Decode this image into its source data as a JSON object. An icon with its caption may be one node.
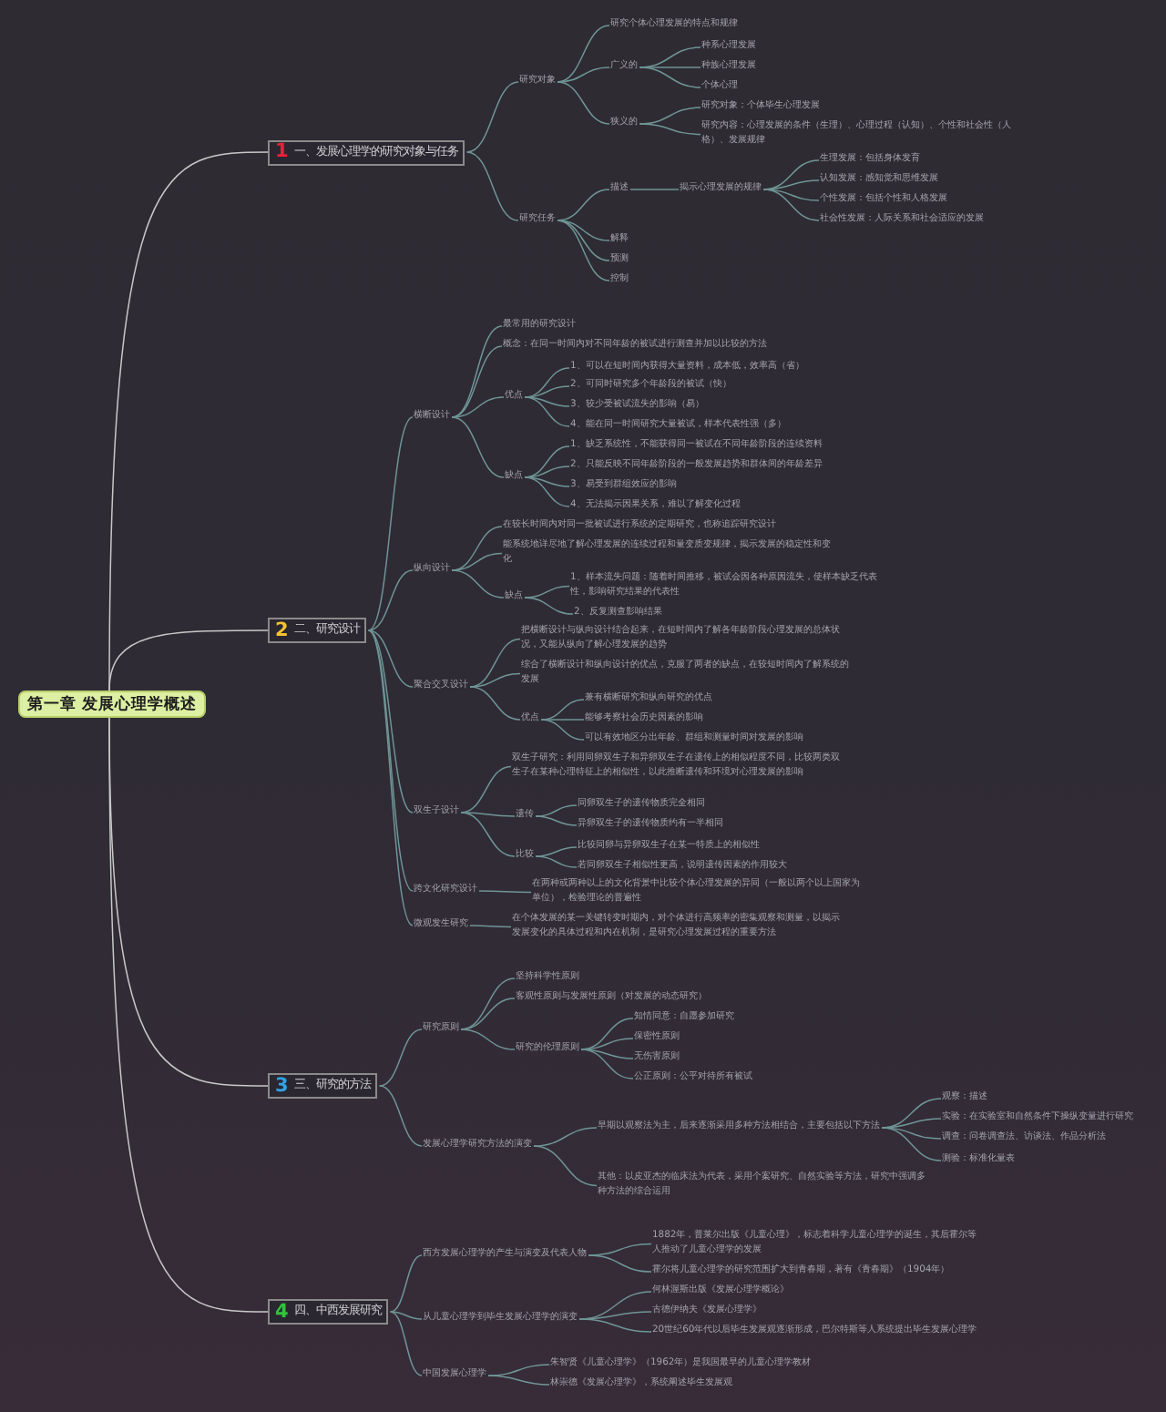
{
  "diagram": {
    "nodes": [
      {
        "text": [
          "第一章 发展心理学概述"
        ]
      },
      {
        "text": [
          "1",
          "一、发展心理学的研究对象与任务"
        ]
      },
      {
        "text": [
          "研究对象"
        ]
      },
      {
        "text": [
          "研究个体心理发展的特点和规律"
        ]
      },
      {
        "text": [
          "广义的"
        ]
      },
      {
        "text": [
          "种系心理发展"
        ]
      },
      {
        "text": [
          "种族心理发展"
        ]
      },
      {
        "text": [
          "个体心理"
        ]
      },
      {
        "text": [
          "狭义的"
        ]
      },
      {
        "text": [
          "研究对象：个体毕生心理发展"
        ]
      },
      {
        "text": [
          "研究内容：心理发展的条件（生理）、心理过程（认知）、个性和社会性（人格）、发展规律"
        ]
      },
      {
        "text": [
          "研究任务"
        ]
      },
      {
        "text": [
          "描述"
        ]
      },
      {
        "text": [
          "揭示心理发展的规律"
        ]
      },
      {
        "text": [
          "生理发展：包括身体发育"
        ]
      },
      {
        "text": [
          "认知发展：感知觉和思维发展"
        ]
      },
      {
        "text": [
          "个性发展：包括个性和人格发展"
        ]
      },
      {
        "text": [
          "社会性发展：人际关系和社会适应的发展"
        ]
      },
      {
        "text": [
          "解释"
        ]
      },
      {
        "text": [
          "预测"
        ]
      },
      {
        "text": [
          "控制"
        ]
      },
      {
        "text": [
          "2",
          "二、研究设计"
        ]
      },
      {
        "text": [
          "横断设计"
        ]
      },
      {
        "text": [
          "最常用的研究设计"
        ]
      },
      {
        "text": [
          "概念：在同一时间内对不同年龄的被试进行测查并加以比较的方法"
        ]
      },
      {
        "text": [
          "优点"
        ]
      },
      {
        "text": [
          "1、可以在短时间内获得大量资料，成本低，效率高（省）"
        ]
      },
      {
        "text": [
          "2、可同时研究多个年龄段的被试（快）"
        ]
      },
      {
        "text": [
          "3、较少受被试流失的影响（易）"
        ]
      },
      {
        "text": [
          "4、能在同一时间研究大量被试，样本代表性强（多）"
        ]
      },
      {
        "text": [
          "缺点"
        ]
      },
      {
        "text": [
          "1、缺乏系统性，不能获得同一被试在不同年龄阶段的连续资料"
        ]
      },
      {
        "text": [
          "2、只能反映不同年龄阶段的一般发展趋势和群体间的年龄差异"
        ]
      },
      {
        "text": [
          "3、易受到群组效应的影响"
        ]
      },
      {
        "text": [
          "4、无法揭示因果关系，难以了解变化过程"
        ]
      },
      {
        "text": [
          "纵向设计"
        ]
      },
      {
        "text": [
          "在较长时间内对同一批被试进行系统的定期研究，也称追踪研究设计"
        ]
      },
      {
        "text": [
          "能系统地详尽地了解心理发展的连续过程和量变质变规律，揭示发展的稳定性和变化"
        ]
      },
      {
        "text": [
          "缺点"
        ]
      },
      {
        "text": [
          "1、样本流失问题：随着时间推移，被试会因各种原因流失，使样本缺乏代表性，影响研究结果的代表性"
        ]
      },
      {
        "text": [
          "2、反复测查影响结果"
        ]
      },
      {
        "text": [
          "聚合交叉设计"
        ]
      },
      {
        "text": [
          "把横断设计与纵向设计结合起来，在短时间内了解各年龄阶段心理发展的总体状况，又能从纵向了解心理发展的趋势"
        ]
      },
      {
        "text": [
          "综合了横断设计和纵向设计的优点，克服了两者的缺点，在较短时间内了解系统的发展"
        ]
      },
      {
        "text": [
          "优点"
        ]
      },
      {
        "text": [
          "兼有横断研究和纵向研究的优点"
        ]
      },
      {
        "text": [
          "能够考察社会历史因素的影响"
        ]
      },
      {
        "text": [
          "可以有效地区分出年龄、群组和测量时间对发展的影响"
        ]
      },
      {
        "text": [
          "双生子设计"
        ]
      },
      {
        "text": [
          "双生子研究：利用同卵双生子和异卵双生子在遗传上的相似程度不同，比较两类双生子在某种心理特征上的相似性，以此推断遗传和环境对心理发展的影响"
        ]
      },
      {
        "text": [
          "遗传"
        ]
      },
      {
        "text": [
          "同卵双生子的遗传物质完全相同"
        ]
      },
      {
        "text": [
          "异卵双生子的遗传物质约有一半相同"
        ]
      },
      {
        "text": [
          "比较"
        ]
      },
      {
        "text": [
          "比较同卵与异卵双生子在某一特质上的相似性"
        ]
      },
      {
        "text": [
          "若同卵双生子相似性更高，说明遗传因素的作用较大"
        ]
      },
      {
        "text": [
          "跨文化研究设计"
        ]
      },
      {
        "text": [
          "在两种或两种以上的文化背景中比较个体心理发展的异同（一般以两个以上国家为单位），检验理论的普遍性"
        ]
      },
      {
        "text": [
          "微观发生研究"
        ]
      },
      {
        "text": [
          "在个体发展的某一关键转变时期内，对个体进行高频率的密集观察和测量，以揭示发展变化的具体过程和内在机制，是研究心理发展过程的重要方法"
        ]
      },
      {
        "text": [
          "3",
          "三、研究的方法"
        ]
      },
      {
        "text": [
          "研究原则"
        ]
      },
      {
        "text": [
          "坚持科学性原则"
        ]
      },
      {
        "text": [
          "客观性原则与发展性原则（对发展的动态研究）"
        ]
      },
      {
        "text": [
          "研究的伦理原则"
        ]
      },
      {
        "text": [
          "知情同意：自愿参加研究"
        ]
      },
      {
        "text": [
          "保密性原则"
        ]
      },
      {
        "text": [
          "无伤害原则"
        ]
      },
      {
        "text": [
          "公正原则：公平对待所有被试"
        ]
      },
      {
        "text": [
          "发展心理学研究方法的演变"
        ]
      },
      {
        "text": [
          "早期以观察法为主，后来逐渐采用多种方法相结合，主要包括以下方法"
        ]
      },
      {
        "text": [
          "观察：描述"
        ]
      },
      {
        "text": [
          "实验：在实验室和自然条件下操纵变量进行研究"
        ]
      },
      {
        "text": [
          "调查：问卷调查法、访谈法、作品分析法"
        ]
      },
      {
        "text": [
          "测验：标准化量表"
        ]
      },
      {
        "text": [
          "其他：以皮亚杰的临床法为代表，采用个案研究、自然实验等方法，研究中强调多种方法的综合运用"
        ]
      },
      {
        "text": [
          "4",
          "四、中西发展研究"
        ]
      },
      {
        "text": [
          "西方发展心理学的产生与演变及代表人物"
        ]
      },
      {
        "text": [
          "1882年，普莱尔出版《儿童心理》，标志着科学儿童心理学的诞生，其后霍尔等人推动了儿童心理学的发展"
        ]
      },
      {
        "text": [
          "霍尔将儿童心理学的研究范围扩大到青春期，著有《青春期》（1904年）"
        ]
      },
      {
        "text": [
          "从儿童心理学到毕生发展心理学的演变"
        ]
      },
      {
        "text": [
          "何林渥斯出版《发展心理学概论》"
        ]
      },
      {
        "text": [
          "古德伊纳夫《发展心理学》"
        ]
      },
      {
        "text": [
          "20世纪60年代以后毕生发展观逐渐形成，巴尔特斯等人系统提出毕生发展心理学"
        ]
      },
      {
        "text": [
          "中国发展心理学"
        ]
      },
      {
        "text": [
          "朱智贤《儿童心理学》（1962年）是我国最早的儿童心理学教材"
        ]
      },
      {
        "text": [
          "林崇德《发展心理学》，系统阐述毕生发展观"
        ]
      }
    ],
    "edges": [
      {
        "from": 0,
        "to": 1,
        "arrow": "none",
        "color": "#c8c8c8"
      },
      {
        "from": 0,
        "to": 21,
        "arrow": "none",
        "color": "#c8c8c8"
      },
      {
        "from": 0,
        "to": 60,
        "arrow": "none",
        "color": "#c8c8c8"
      },
      {
        "from": 0,
        "to": 76,
        "arrow": "none",
        "color": "#c8c8c8"
      },
      {
        "from": 1,
        "to": 2,
        "arrow": "none"
      },
      {
        "from": 2,
        "to": 3,
        "arrow": "none"
      },
      {
        "from": 2,
        "to": 4,
        "arrow": "none"
      },
      {
        "from": 4,
        "to": 5,
        "arrow": "none"
      },
      {
        "from": 4,
        "to": 6,
        "arrow": "none"
      },
      {
        "from": 4,
        "to": 7,
        "arrow": "none"
      },
      {
        "from": 2,
        "to": 8,
        "arrow": "none"
      },
      {
        "from": 8,
        "to": 9,
        "arrow": "none"
      },
      {
        "from": 8,
        "to": 10,
        "arrow": "none"
      },
      {
        "from": 1,
        "to": 11,
        "arrow": "none"
      },
      {
        "from": 11,
        "to": 12,
        "arrow": "none"
      },
      {
        "from": 12,
        "to": 13,
        "arrow": "none"
      },
      {
        "from": 13,
        "to": 14,
        "arrow": "none"
      },
      {
        "from": 13,
        "to": 15,
        "arrow": "none"
      },
      {
        "from": 13,
        "to": 16,
        "arrow": "none"
      },
      {
        "from": 13,
        "to": 17,
        "arrow": "none"
      },
      {
        "from": 11,
        "to": 18,
        "arrow": "none"
      },
      {
        "from": 11,
        "to": 19,
        "arrow": "none"
      },
      {
        "from": 11,
        "to": 20,
        "arrow": "none"
      },
      {
        "from": 21,
        "to": 22,
        "arrow": "none"
      },
      {
        "from": 22,
        "to": 23,
        "arrow": "none"
      },
      {
        "from": 22,
        "to": 24,
        "arrow": "none"
      },
      {
        "from": 22,
        "to": 25,
        "arrow": "none"
      },
      {
        "from": 25,
        "to": 26,
        "arrow": "none"
      },
      {
        "from": 25,
        "to": 27,
        "arrow": "none"
      },
      {
        "from": 25,
        "to": 28,
        "arrow": "none"
      },
      {
        "from": 25,
        "to": 29,
        "arrow": "none"
      },
      {
        "from": 22,
        "to": 30,
        "arrow": "none"
      },
      {
        "from": 30,
        "to": 31,
        "arrow": "none"
      },
      {
        "from": 30,
        "to": 32,
        "arrow": "none"
      },
      {
        "from": 30,
        "to": 33,
        "arrow": "none"
      },
      {
        "from": 30,
        "to": 34,
        "arrow": "none"
      },
      {
        "from": 21,
        "to": 35,
        "arrow": "none"
      },
      {
        "from": 35,
        "to": 36,
        "arrow": "none"
      },
      {
        "from": 35,
        "to": 37,
        "arrow": "none"
      },
      {
        "from": 35,
        "to": 38,
        "arrow": "none"
      },
      {
        "from": 38,
        "to": 39,
        "arrow": "none"
      },
      {
        "from": 38,
        "to": 40,
        "arrow": "none"
      },
      {
        "from": 21,
        "to": 41,
        "arrow": "none"
      },
      {
        "from": 41,
        "to": 42,
        "arrow": "none"
      },
      {
        "from": 41,
        "to": 43,
        "arrow": "none"
      },
      {
        "from": 41,
        "to": 44,
        "arrow": "none"
      },
      {
        "from": 44,
        "to": 45,
        "arrow": "none"
      },
      {
        "from": 44,
        "to": 46,
        "arrow": "none"
      },
      {
        "from": 44,
        "to": 47,
        "arrow": "none"
      },
      {
        "from": 21,
        "to": 48,
        "arrow": "none"
      },
      {
        "from": 48,
        "to": 49,
        "arrow": "none"
      },
      {
        "from": 48,
        "to": 50,
        "arrow": "none"
      },
      {
        "from": 50,
        "to": 51,
        "arrow": "none"
      },
      {
        "from": 50,
        "to": 52,
        "arrow": "none"
      },
      {
        "from": 48,
        "to": 53,
        "arrow": "none"
      },
      {
        "from": 53,
        "to": 54,
        "arrow": "none"
      },
      {
        "from": 53,
        "to": 55,
        "arrow": "none"
      },
      {
        "from": 21,
        "to": 56,
        "arrow": "none"
      },
      {
        "from": 56,
        "to": 57,
        "arrow": "none"
      },
      {
        "from": 21,
        "to": 58,
        "arrow": "none"
      },
      {
        "from": 58,
        "to": 59,
        "arrow": "none"
      },
      {
        "from": 60,
        "to": 61,
        "arrow": "none"
      },
      {
        "from": 61,
        "to": 62,
        "arrow": "none"
      },
      {
        "from": 61,
        "to": 63,
        "arrow": "none"
      },
      {
        "from": 61,
        "to": 64,
        "arrow": "none"
      },
      {
        "from": 64,
        "to": 65,
        "arrow": "none"
      },
      {
        "from": 64,
        "to": 66,
        "arrow": "none"
      },
      {
        "from": 64,
        "to": 67,
        "arrow": "none"
      },
      {
        "from": 64,
        "to": 68,
        "arrow": "none"
      },
      {
        "from": 60,
        "to": 69,
        "arrow": "none"
      },
      {
        "from": 69,
        "to": 70,
        "arrow": "none"
      },
      {
        "from": 70,
        "to": 71,
        "arrow": "none"
      },
      {
        "from": 70,
        "to": 72,
        "arrow": "none"
      },
      {
        "from": 70,
        "to": 73,
        "arrow": "none"
      },
      {
        "from": 70,
        "to": 74,
        "arrow": "none"
      },
      {
        "from": 69,
        "to": 75,
        "arrow": "none"
      },
      {
        "from": 76,
        "to": 77,
        "arrow": "none"
      },
      {
        "from": 77,
        "to": 78,
        "arrow": "none"
      },
      {
        "from": 77,
        "to": 79,
        "arrow": "none"
      },
      {
        "from": 76,
        "to": 80,
        "arrow": "none"
      },
      {
        "from": 80,
        "to": 81,
        "arrow": "none"
      },
      {
        "from": 80,
        "to": 82,
        "arrow": "none"
      },
      {
        "from": 80,
        "to": 83,
        "arrow": "none"
      },
      {
        "from": 76,
        "to": 84,
        "arrow": "none"
      },
      {
        "from": 84,
        "to": 85,
        "arrow": "none"
      },
      {
        "from": 84,
        "to": 86,
        "arrow": "none"
      }
    ]
  }
}
